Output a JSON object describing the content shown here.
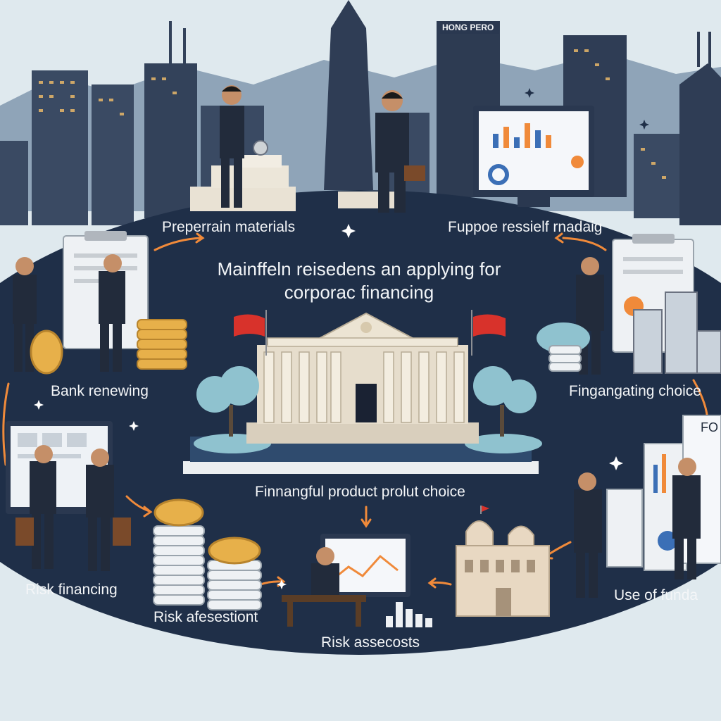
{
  "title": {
    "line1": "Mainffeln reisedens an applying for",
    "line2": "corporac financing"
  },
  "steps": {
    "top_left": "Preperrain materials",
    "top_right": "Fuppoe ressielf rnadaig",
    "mid_left": "Bank renewing",
    "mid_right": "Fingangating choice",
    "center": "Finnangful product prolut choice",
    "bottom_left": "Risk financing",
    "bottom_left_center": "Risk afesestiont",
    "bottom_center": "Risk assecosts",
    "bottom_right": "Use of funda"
  },
  "signs": {
    "tower_sign": "HONG PERO",
    "doc_sign": "FO"
  },
  "colors": {
    "sky": "#dfe9ee",
    "plaza": "#1f2f48",
    "building": "#3a4a63",
    "accent_orange": "#f08a3a",
    "coin_gold": "#e7b04a",
    "flag_red": "#d8322b"
  }
}
